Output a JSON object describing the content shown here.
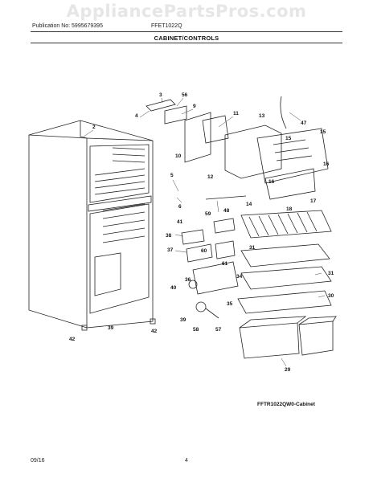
{
  "watermark": "AppliancePartsPros.com",
  "header": {
    "publication": "Publication No: 5995679395",
    "model": "FFET1022Q"
  },
  "section_title": "CABINET/CONTROLS",
  "caption": "FFTR1022QW0-Cabinet",
  "callouts": [
    "2",
    "3",
    "56",
    "4",
    "9",
    "11",
    "13",
    "47",
    "15",
    "15",
    "16",
    "10",
    "12",
    "5",
    "6",
    "41",
    "48",
    "14",
    "16",
    "17",
    "59",
    "18",
    "38",
    "60",
    "37",
    "31",
    "61",
    "34",
    "36",
    "40",
    "35",
    "31",
    "30",
    "39",
    "42",
    "42",
    "39",
    "58",
    "57",
    "29"
  ],
  "footer": {
    "date": "09/16",
    "page": "4"
  }
}
